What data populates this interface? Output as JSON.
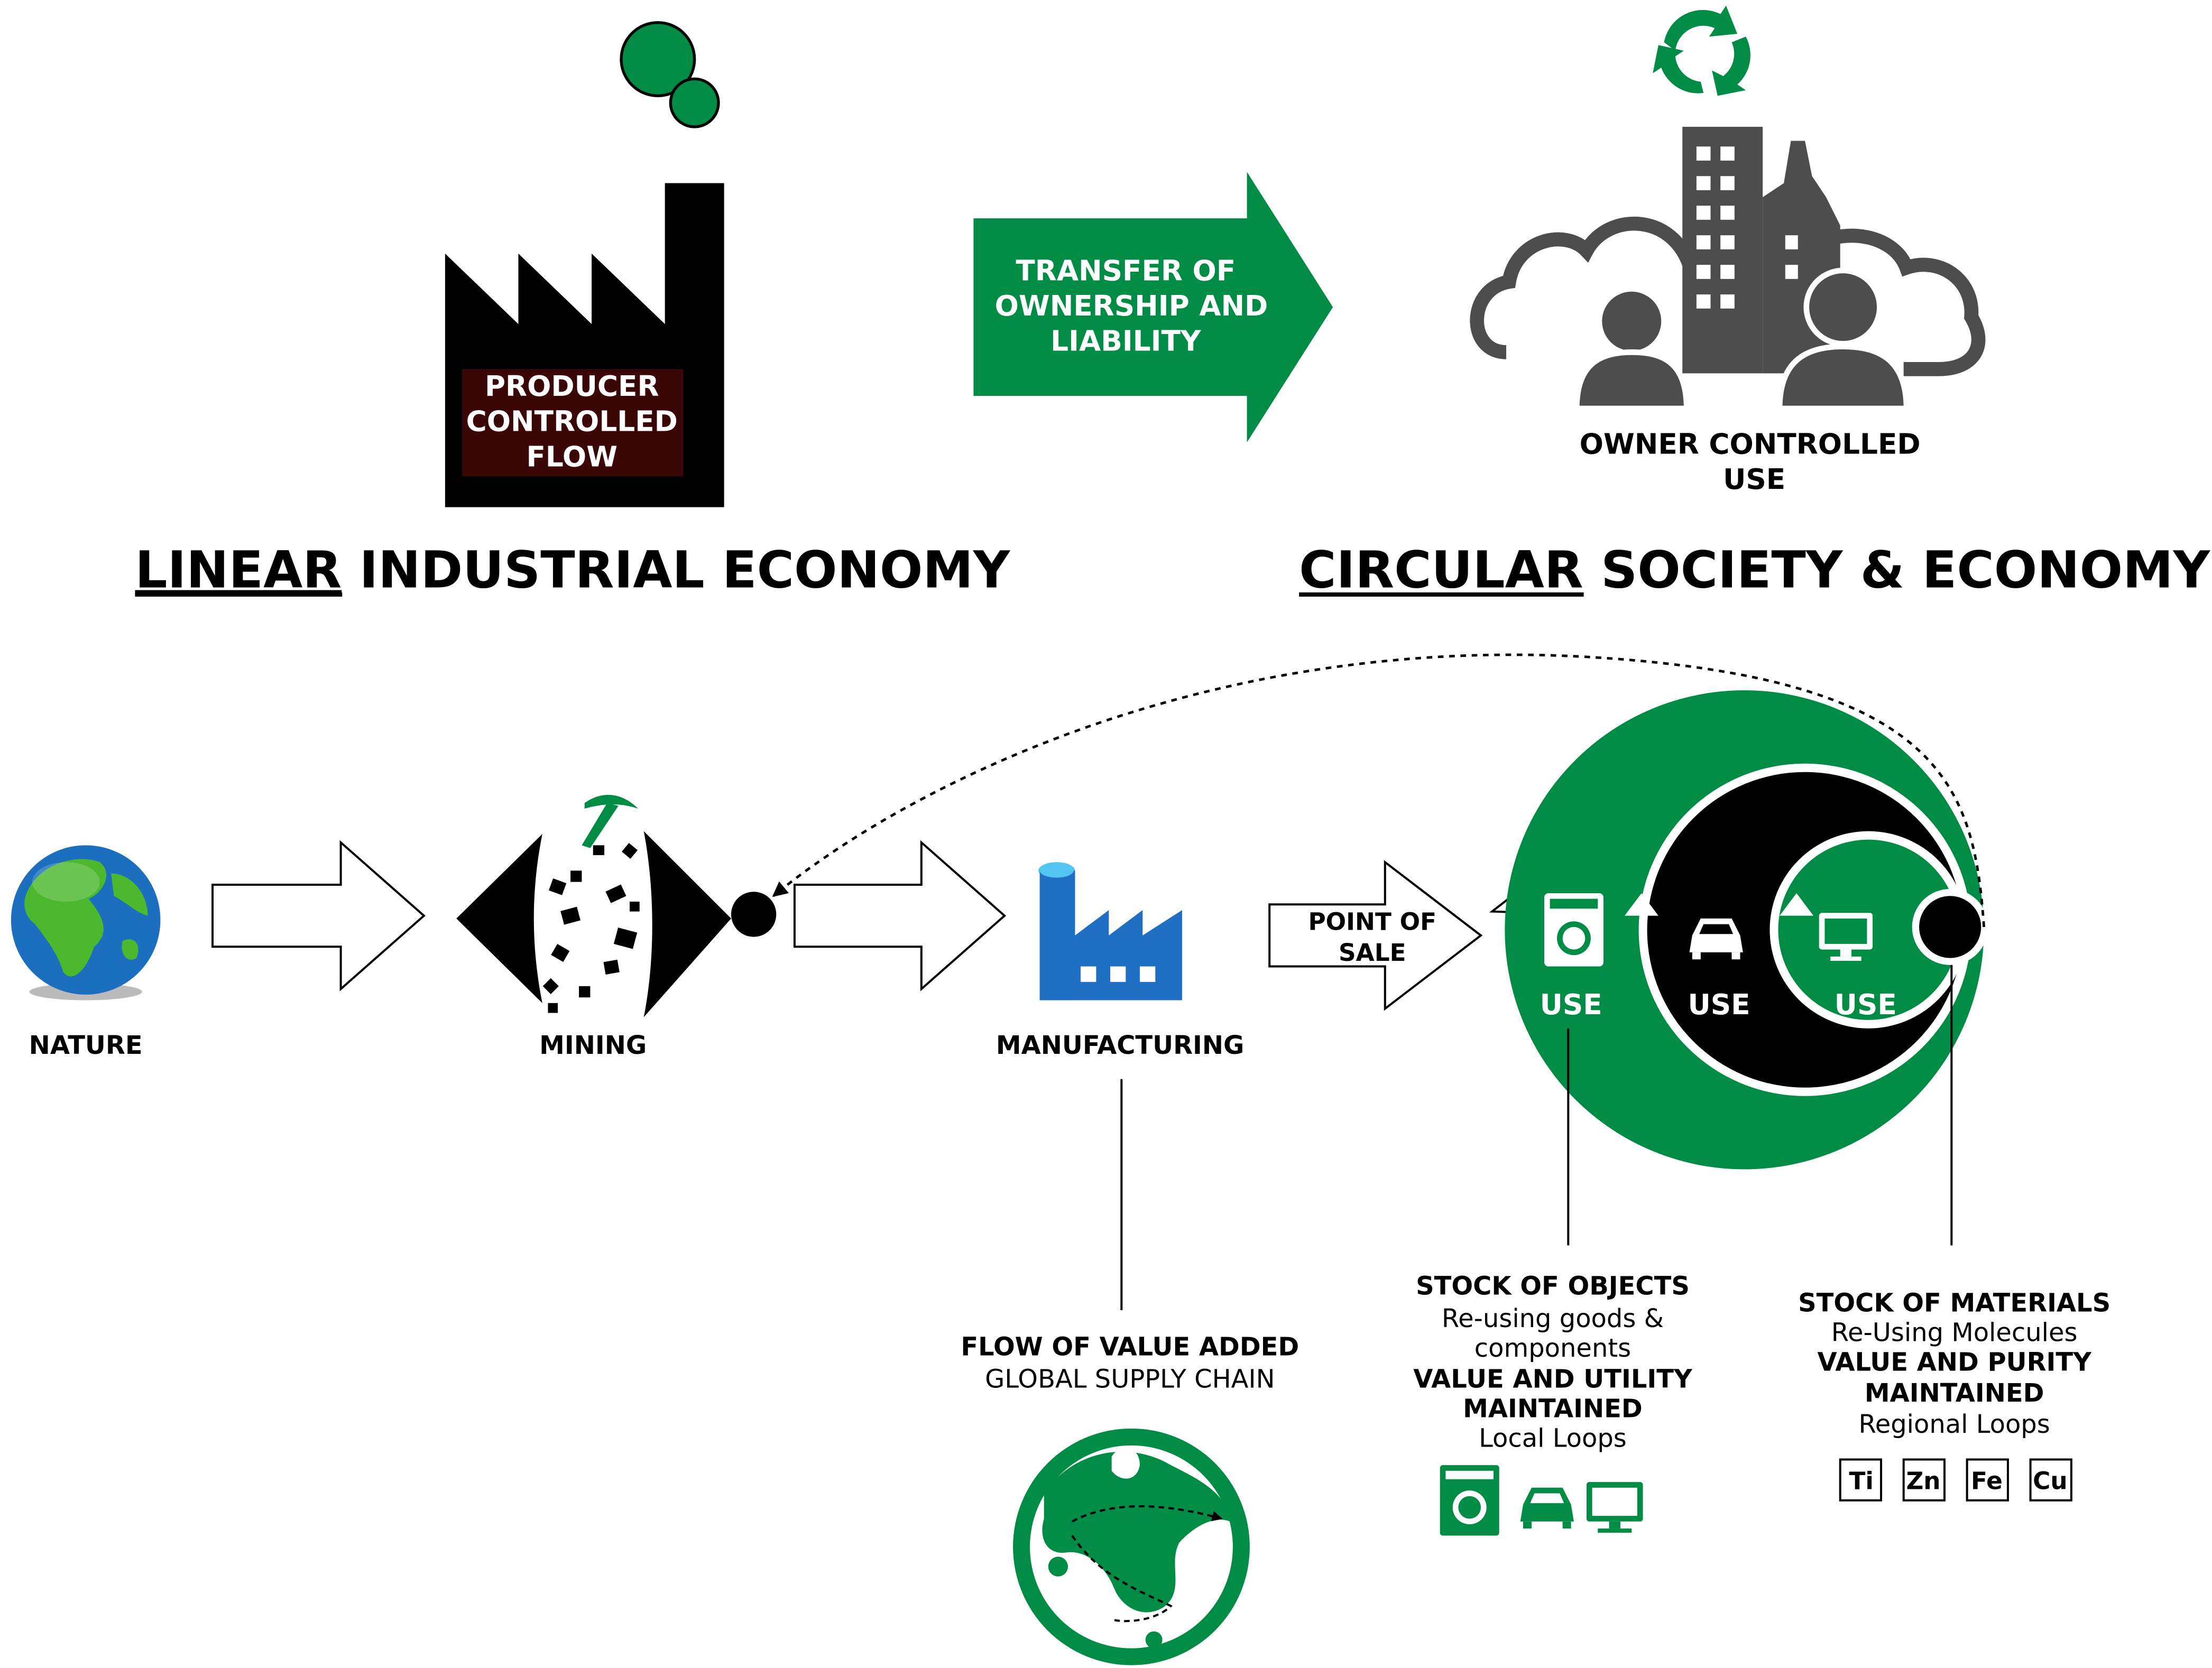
{
  "colors": {
    "green": "#008c45",
    "black": "#000000",
    "dark_grey": "#4d4d4d",
    "maroon_box": "#3a0606",
    "azure_blue": "#1f6fc4",
    "white": "#ffffff"
  },
  "top": {
    "factory_label": [
      "PRODUCER",
      "CONTROLLED",
      "FLOW"
    ],
    "transfer_arrow_label": [
      "TRANSFER OF",
      "OWNERSHIP AND",
      "LIABILITY"
    ],
    "owner_label": [
      "OWNER CONTROLLED",
      "USE"
    ],
    "linear_heading": {
      "underlined": "LINEAR",
      "rest": " INDUSTRIAL ECONOMY"
    },
    "circular_heading": {
      "underlined": "CIRCULAR",
      "rest": " SOCIETY & ECONOMY"
    }
  },
  "flow": {
    "nature": "NATURE",
    "mining": "MINING",
    "manufacturing": "MANUFACTURING",
    "point_of_sale": [
      "POINT OF",
      "SALE"
    ],
    "use_labels": [
      "USE",
      "USE",
      "USE"
    ]
  },
  "value_added": {
    "title": "FLOW OF VALUE ADDED",
    "subtitle": "GLOBAL SUPPLY CHAIN"
  },
  "stock_objects": {
    "title": "STOCK OF OBJECTS",
    "line1": "Re-using goods &",
    "line2": "components",
    "value1": "VALUE AND UTILITY",
    "value2": "MAINTAINED",
    "loops": "Local Loops"
  },
  "stock_materials": {
    "title": "STOCK OF MATERIALS",
    "line1": "Re-Using Molecules",
    "value1": "VALUE AND PURITY",
    "value2": "MAINTAINED",
    "loops": "Regional Loops",
    "elements": [
      "Ti",
      "Zn",
      "Fe",
      "Cu"
    ]
  }
}
